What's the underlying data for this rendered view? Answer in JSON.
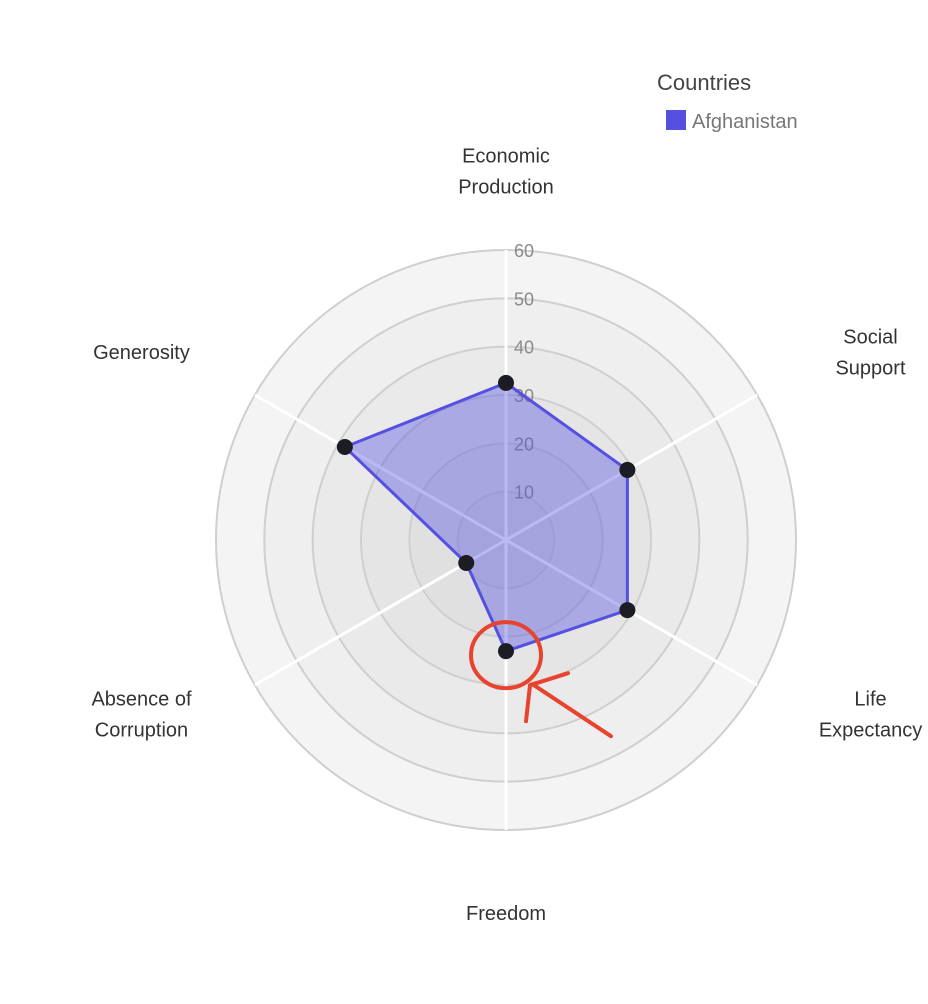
{
  "chart_data": {
    "type": "radar",
    "axes": [
      [
        "Economic",
        "Production"
      ],
      [
        "Social",
        "Support"
      ],
      [
        "Life",
        "Expectancy"
      ],
      [
        "Freedom"
      ],
      [
        "Absence of",
        "Corruption"
      ],
      [
        "Generosity"
      ]
    ],
    "rlim": [
      0,
      60
    ],
    "ticks": [
      10,
      20,
      30,
      40,
      50,
      60
    ],
    "series": [
      {
        "name": "Afghanistan",
        "color": "#5550e0",
        "values": [
          32.5,
          29.0,
          29.0,
          23.0,
          9.5,
          38.5
        ]
      }
    ],
    "legend": {
      "title": "Countries",
      "position": "top-right"
    },
    "annotation": {
      "type": "circle-and-arrow",
      "color": "#e8432e",
      "target": "Freedom"
    }
  }
}
